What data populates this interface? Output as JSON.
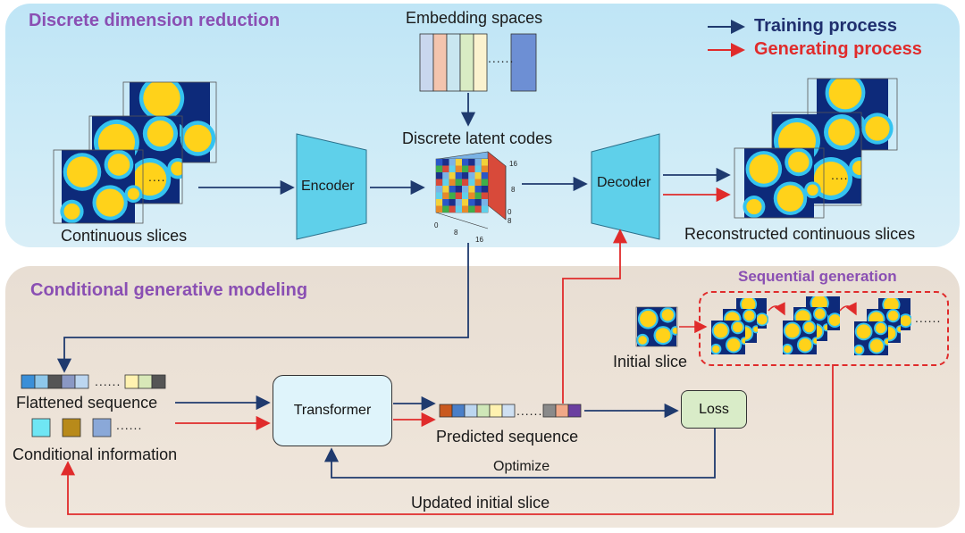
{
  "titles": {
    "top": "Discrete dimension reduction",
    "bottom": "Conditional generative modeling"
  },
  "legend": {
    "training": "Training process",
    "generating": "Generating process",
    "training_color": "#1f3a6e",
    "generating_color": "#e02b2b"
  },
  "labels": {
    "embedding_spaces": "Embedding spaces",
    "discrete_latent_codes": "Discrete latent codes",
    "continuous_slices": "Continuous slices",
    "reconstructed_slices": "Reconstructed continuous slices",
    "encoder": "Encoder",
    "decoder": "Decoder",
    "flattened_sequence": "Flattened sequence",
    "conditional_information": "Conditional information",
    "transformer": "Transformer",
    "predicted_sequence": "Predicted sequence",
    "loss": "Loss",
    "optimize": "Optimize",
    "updated_initial_slice": "Updated initial slice",
    "initial_slice": "Initial slice",
    "sequential_generation": "Sequential generation",
    "ellipsis": "......",
    "ellipsis_short": "...."
  },
  "cube_axis": {
    "ticks_top": [
      "16",
      "8",
      "0"
    ],
    "ticks_bottom": [
      "0",
      "8",
      "16"
    ],
    "tick_side": "8"
  },
  "colors": {
    "arrow_dark": "#1f3a6e",
    "arrow_red": "#e02b2b",
    "encoder_fill": "#5fd0ea",
    "slice_bg": "#0d2a7a",
    "slice_yellow": "#ffd21a",
    "slice_cyan": "#34c3f0",
    "embedding_vectors": [
      "#c9d7ee",
      "#f4c4ae",
      "#c9e6f0",
      "#d9ecc4",
      "#fbf2cf"
    ],
    "flattened_tokens": [
      "#3a8fd8",
      "#8ec7ea",
      "#555555",
      "#8a98c4",
      "#bcd6f0"
    ],
    "flattened_tail": [
      "#fff2b0",
      "#d8e8b8",
      "#555555"
    ],
    "condition_tokens": [
      "#6fe6f4",
      "#b88a1a",
      "#8aa8d8"
    ],
    "predicted_tokens": [
      "#c9591f",
      "#4a7fc8",
      "#bcd6f0",
      "#cfe7b8",
      "#fff2b0",
      "#cfe0f2"
    ],
    "predicted_tail": [
      "#8a8a8a",
      "#f0a888",
      "#6b3fa0"
    ]
  }
}
